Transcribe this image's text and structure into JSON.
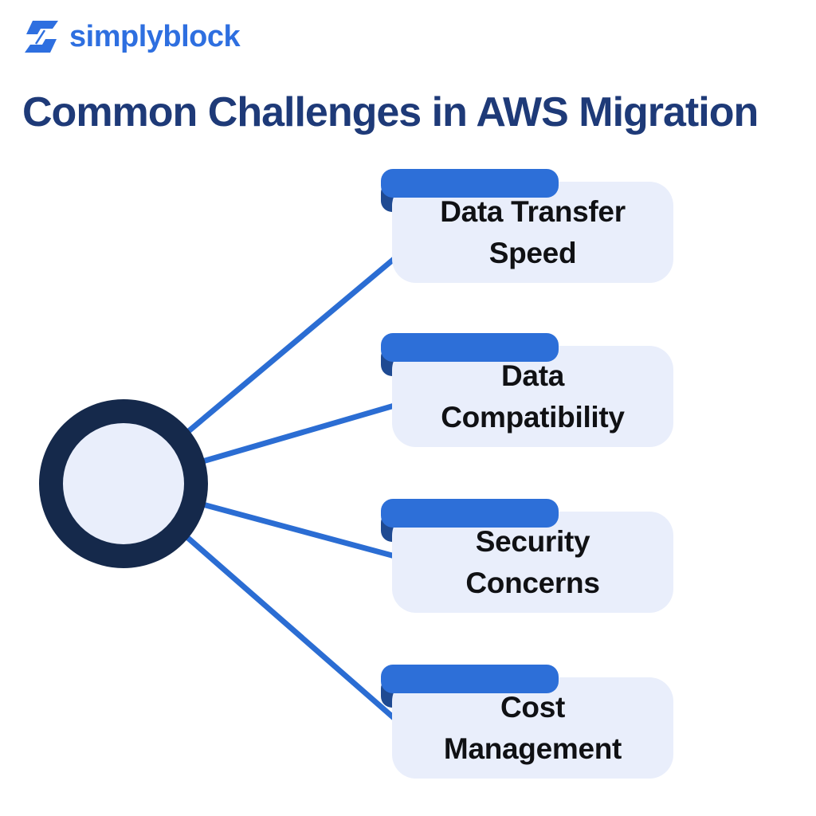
{
  "brand": {
    "name": "simplyblock"
  },
  "title": {
    "text": "Common Challenges in AWS Migration"
  },
  "challenges": [
    {
      "label": "Data Transfer Speed",
      "line1": "Data Transfer",
      "line2": "Speed"
    },
    {
      "label": "Data Compatibility",
      "line1": "Data",
      "line2": "Compatibility"
    },
    {
      "label": "Security Concerns",
      "line1": "Security",
      "line2": "Concerns"
    },
    {
      "label": "Cost Management",
      "line1": "Cost",
      "line2": "Management"
    }
  ],
  "colors": {
    "accent_blue": "#2D6FD8",
    "connector_blue": "#2B6DD3",
    "logo_blue": "#2E6FE0",
    "title_navy": "#1E3A78",
    "card_background": "#E9EEFB",
    "tab_fold_dark": "#1F4A92",
    "node_ring_navy": "#15294B",
    "label_black": "#101114",
    "page_background": "#FFFFFF"
  }
}
